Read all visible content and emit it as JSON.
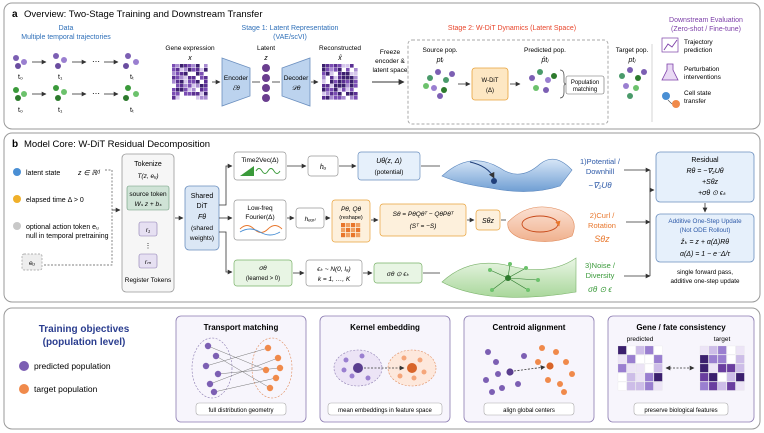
{
  "panel_a": {
    "letter": "a",
    "title": "Overview: Two-Stage Training and Downstream Transfer",
    "data_title": "Data",
    "data_subtitle": "Multiple temporal trajectories",
    "time_labels": [
      "t₀",
      "t₁",
      "tₜ"
    ],
    "stage1_title": "Stage 1: Latent Representation",
    "stage1_subtitle": "(VAE/scVI)",
    "gene_expression_label": "Gene expression",
    "x_symbol": "x",
    "encoder_label": "Encoder",
    "encoder_symbol": "ℰθ",
    "latent_label": "Latent",
    "z_symbol": "z",
    "decoder_label": "Decoder",
    "decoder_symbol": "𝒟θ",
    "reconstructed_label": "Reconstructed",
    "xhat_symbol": "x̂",
    "freeze_label": "Freeze encoder & latent space",
    "stage2_title": "Stage 2: W-DiT Dynamics (Latent Space)",
    "source_pop_label": "Source pop.",
    "source_pop_symbol": "ptᵢ",
    "wdit_label": "W-DiT",
    "wdit_sub": "(Δ)",
    "predicted_pop_label": "Predicted pop.",
    "predicted_pop_symbol": "p̂tⱼ",
    "target_pop_label": "Target pop.",
    "target_pop_symbol": "ptⱼ",
    "matching_label": "Population matching",
    "downstream_title": "Downstream Evaluation",
    "downstream_subtitle": "(Zero-shot / Fine-tune)",
    "downstream_items": [
      "Trajectory prediction",
      "Perturbation interventions",
      "Cell state transfer"
    ]
  },
  "panel_b": {
    "letter": "b",
    "title": "Model Core: W-DiT Residual Decomposition",
    "inputs": [
      {
        "label": "latent state",
        "math": "z ∈ ℝᵈ",
        "color": "#4a8fd4"
      },
      {
        "label": "elapsed time Δ > 0",
        "math": "",
        "color": "#f0b02a"
      },
      {
        "label": "optional action token eᵤ",
        "math": "",
        "color": "#c8c8c8"
      }
    ],
    "null_note": "null in temporal pretraining",
    "e_token": "eᵤ",
    "tokenize_title": "Tokenize",
    "tokenize_formula": "T(z, eᵤ)",
    "source_token_label": "source token",
    "source_token_formula": "Wₛ z + bₛ",
    "register_items": [
      "r₁",
      "⋮",
      "rₘ"
    ],
    "register_label": "Register Tokens",
    "shared_dit_lines": [
      "Shared",
      "DiT",
      "Fθ",
      "(shared",
      "weights)"
    ],
    "time2vec_label": "Time2Vec(Δ)",
    "h_u": "hᵤ",
    "potential_formula": "Uθ(z, Δ)",
    "potential_sub": "(potential)",
    "lowfreq_label": "Low-freq",
    "fourier_label": "Fourier(Δ)",
    "h_curl": "hₑᵤᵣₗ",
    "pq_label": "Pθ, Qθ",
    "pq_sub": "(reshape)",
    "skew_formula": "Sθ = PθQθᵀ − QθPθᵀ",
    "skew_sub": "(Sᵀ = −S)",
    "s_theta_z": "Sθz",
    "sigma_label": "σθ",
    "sigma_sub": "(learned > 0)",
    "eps_formula": "ϵₖ ~ N(0, Iₐ)",
    "eps_sub": "k = 1, …, K",
    "sigma_eps": "σθ ⊙ ϵₖ",
    "component1_title": "1)Potential /",
    "component1_title2": "Downhill",
    "component1_math": "−∇₂Uθ",
    "component2_title": "2)Curl /",
    "component2_title2": "Rotation",
    "component2_math": "Sθz",
    "component3_title": "3)Noise /",
    "component3_title2": "Diversity",
    "component3_math": "σθ ⊙ ϵ",
    "residual_title": "Residual",
    "residual_lines": [
      "Rθ = −∇₂Uθ",
      "+Sθz",
      "+σθ ⊙ ϵₖ"
    ],
    "update_title": "Additive One-Step Update",
    "update_subtitle": "(Not ODE Rollout)",
    "update_lines": [
      "ẑₖ = z + α(Δ)Rθ",
      "α(Δ) = 1 − e⁻Δ/τ"
    ],
    "update_note": [
      "single forward pass,",
      "additive one-step update"
    ],
    "colors": {
      "potential": "#2e5aa8",
      "curl": "#e8762b",
      "noise": "#3a9a3a",
      "box_blue": "#e6f0fb",
      "box_orange": "#fdf0dc",
      "box_green": "#e8f5e4"
    }
  },
  "panel_c": {
    "objectives_title": "Training objectives",
    "objectives_subtitle": "(population level)",
    "legend": [
      {
        "label": "predicted population",
        "color": "#7c5fb3"
      },
      {
        "label": "target population",
        "color": "#f08a4b"
      }
    ],
    "cards": [
      {
        "title": "Transport matching",
        "caption": "full distribution geometry"
      },
      {
        "title": "Kernel embedding",
        "caption": "mean embeddings in feature space"
      },
      {
        "title": "Centroid alignment",
        "caption": "align global centers"
      },
      {
        "title": "Gene / fate consistency",
        "caption": "preserve biological features"
      }
    ],
    "heatmap_labels": [
      "predicted",
      "target"
    ]
  }
}
